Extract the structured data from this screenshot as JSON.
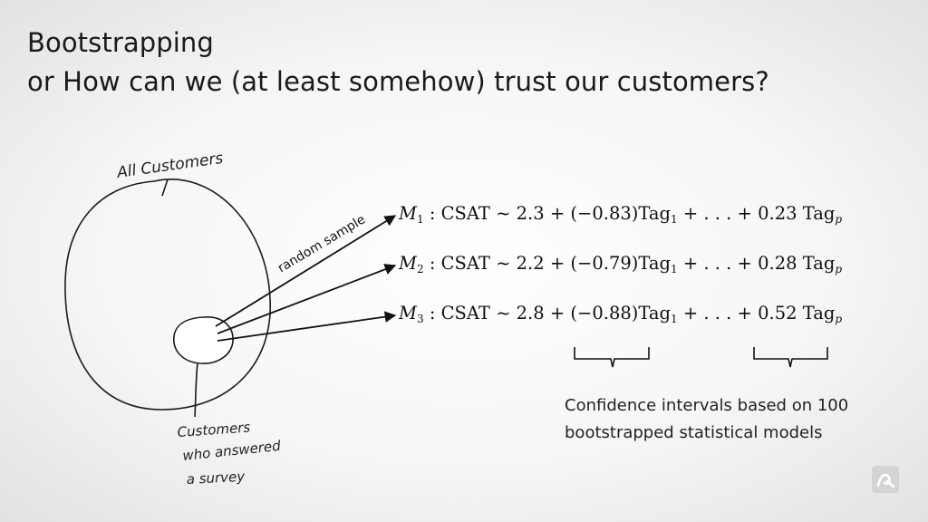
{
  "slide": {
    "title_line1": "Bootstrapping",
    "title_line2": "or How can we (at least somehow) trust our customers?"
  },
  "diagram": {
    "outer_label": "All Customers",
    "inner_label_lines": [
      "Customers",
      "who answered",
      "a survey"
    ],
    "arrow_label": "random sample"
  },
  "models": [
    {
      "name": "M",
      "index": "1",
      "lhs": ": CSAT ~",
      "intercept": "2.3",
      "coef1": "(−0.83)",
      "var1": "Tag",
      "var1_sub": "1",
      "ellipsis": "+ . . . +",
      "coefp": "0.23",
      "varp": "Tag",
      "varp_sub": "p"
    },
    {
      "name": "M",
      "index": "2",
      "lhs": ": CSAT ~",
      "intercept": "2.2",
      "coef1": "(−0.79)",
      "var1": "Tag",
      "var1_sub": "1",
      "ellipsis": "+ . . . +",
      "coefp": "0.28",
      "varp": "Tag",
      "varp_sub": "p"
    },
    {
      "name": "M",
      "index": "3",
      "lhs": ": CSAT ~",
      "intercept": "2.8",
      "coef1": "(−0.88)",
      "var1": "Tag",
      "var1_sub": "1",
      "ellipsis": "+ . . . +",
      "coefp": "0.52",
      "varp": "Tag",
      "varp_sub": "p"
    }
  ],
  "note": {
    "line1": "Confidence intervals based on 100",
    "line2": "bootstrapped statistical models"
  }
}
